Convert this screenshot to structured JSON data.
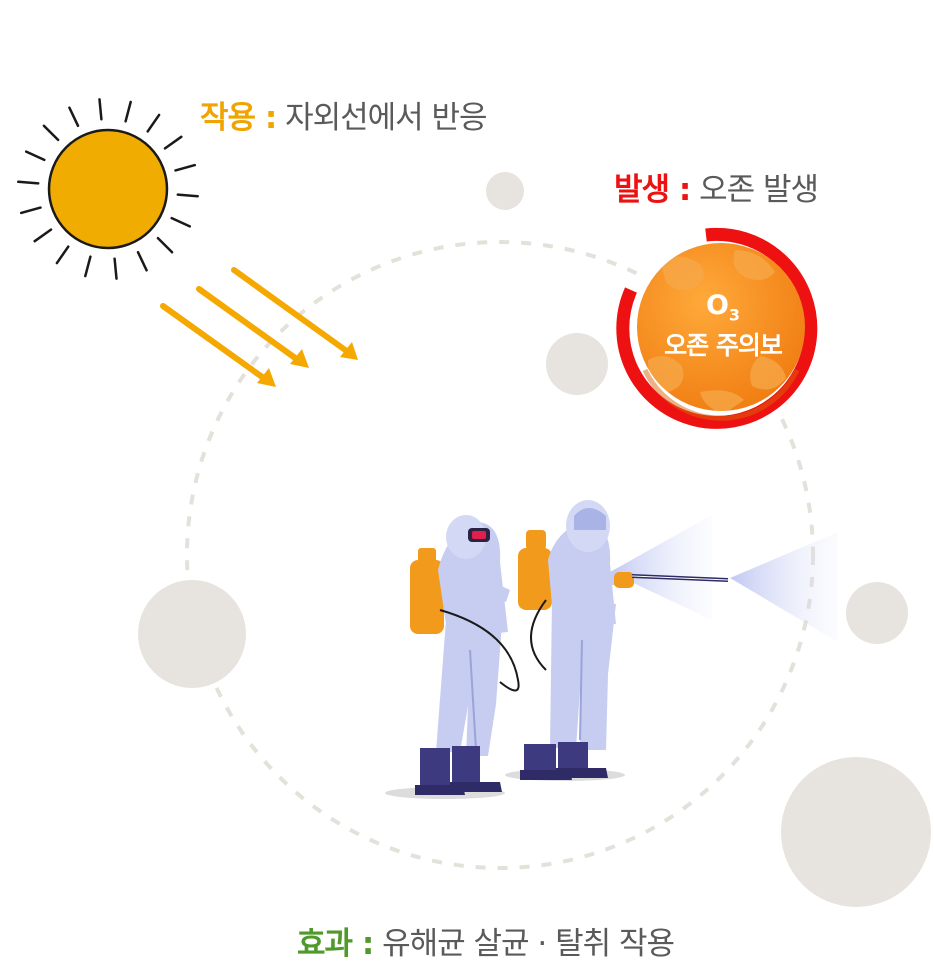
{
  "labels": {
    "action": {
      "head": "작용 :",
      "text": " 자외선에서 반응"
    },
    "occurrence": {
      "head": "발생 :",
      "text": " 오존 발생"
    },
    "effect": {
      "head": "효과 :",
      "text": " 유해균 살균 · 탈취 작용"
    }
  },
  "ozone_badge": {
    "formula": "O",
    "formula_subscript": "3",
    "warning": "오존 주의보"
  },
  "colors": {
    "sun": "#f0ac00",
    "uv_rays": "#f5a800",
    "action_accent": "#f0a400",
    "occurrence_accent": "#ee1111",
    "effect_accent": "#4f9a2a",
    "ozone_orange": "#f7941d",
    "ozone_ring": "#ee1111",
    "bubble": "#e7e3de",
    "suit": "#c6cdf0",
    "tank": "#f29a1c"
  },
  "icons": {
    "sun": "sun-icon",
    "rays": "uv-rays-icon",
    "ozone": "ozone-globe-icon",
    "workers": "disinfection-workers-illustration"
  }
}
